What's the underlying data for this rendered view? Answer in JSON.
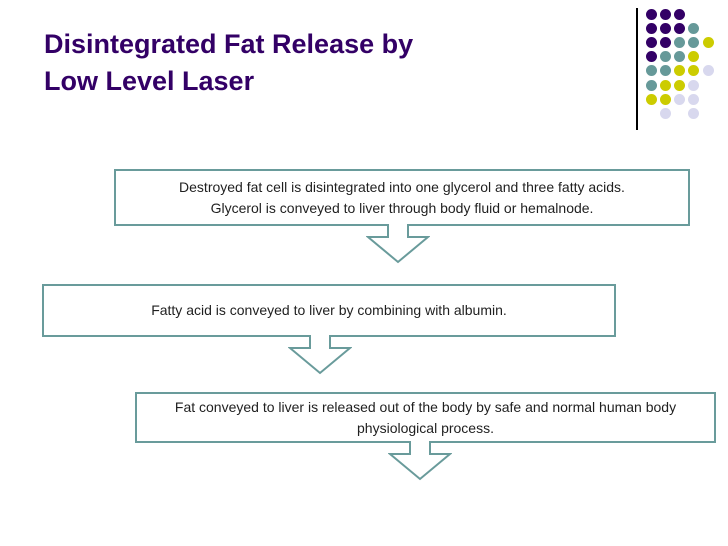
{
  "colors": {
    "background": "#FFFFFF",
    "title_purple": "#330066",
    "box_border_teal": "#699B9B",
    "box_text": "#1F1F1F",
    "dot_purple": "#330066",
    "dot_teal": "#669999",
    "dot_yellow": "#CCCC00",
    "dot_lavender": "#D8D8EE",
    "deco_line_black": "#000000"
  },
  "title": {
    "line1": "Disintegrated Fat Release by",
    "line2": "Low Level Laser"
  },
  "decoration": {
    "dot_grid": [
      "PPP..",
      "PPPT.",
      "PPTTY",
      "PTTY.",
      "TTYYL",
      "TYYL.",
      "YYLL.",
      ".L.L."
    ],
    "dot_color_map": {
      "P": "dot_purple",
      "T": "dot_teal",
      "Y": "dot_yellow",
      "L": "dot_lavender"
    }
  },
  "flow_steps": [
    {
      "line1": "Destroyed fat cell is disintegrated into one glycerol and three fatty acids.",
      "line2": "Glycerol is conveyed to liver through body fluid or hemalnode."
    },
    {
      "line1": "Fatty acid is conveyed to liver by combining with albumin.",
      "line2": ""
    },
    {
      "line1": "Fat conveyed to liver is released out of the body by safe and normal human body",
      "line2": "physiological process."
    }
  ]
}
